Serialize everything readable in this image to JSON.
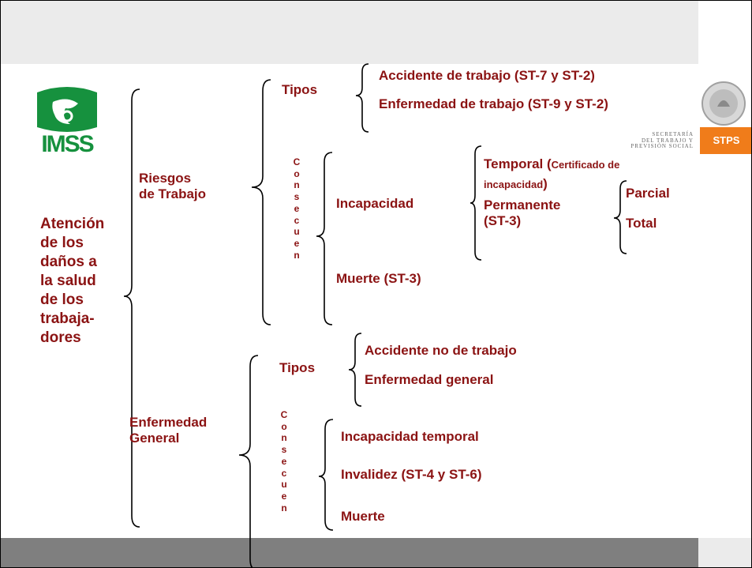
{
  "main_title": [
    "Atención",
    "de los",
    "daños a",
    "la salud",
    "de los",
    "trabaja-",
    "dores"
  ],
  "logos": {
    "imss": "IMSS",
    "secretaria": [
      "SECRETARÍA",
      "DEL TRABAJO Y",
      "PREVISIÓN SOCIAL"
    ],
    "stps": "STPS"
  },
  "riesgos": {
    "title": [
      "Riesgos",
      "de Trabajo"
    ],
    "tipos_label": "Tipos",
    "tipos": [
      "Accidente de trabajo (ST-7 y ST-2)",
      "Enfermedad de trabajo (ST-9 y ST-2)"
    ],
    "consecuencias_label": "Consecuen",
    "incapacidad": "Incapacidad",
    "temporal": "Temporal (",
    "certificado": "Certificado de",
    "incapacidad_small": "incapacidad",
    "close_paren": ")",
    "permanente": [
      "Permanente",
      "(ST-3)"
    ],
    "parcial": "Parcial",
    "total": "Total",
    "muerte": "Muerte (ST-3)"
  },
  "enfermedad": {
    "title": [
      "Enfermedad",
      "General"
    ],
    "tipos_label": "Tipos",
    "tipos": [
      "Accidente no de trabajo",
      "Enfermedad general"
    ],
    "consecuencias_label": "Consecuen",
    "items": [
      "Incapacidad  temporal",
      "Invalidez  (ST-4 y ST-6)",
      "Muerte"
    ]
  },
  "colors": {
    "text": "#8b1313",
    "top_band": "#ebebeb",
    "bottom_band": "#7f7f7f",
    "stps": "#f07c1a",
    "imss_green": "#16913e"
  }
}
